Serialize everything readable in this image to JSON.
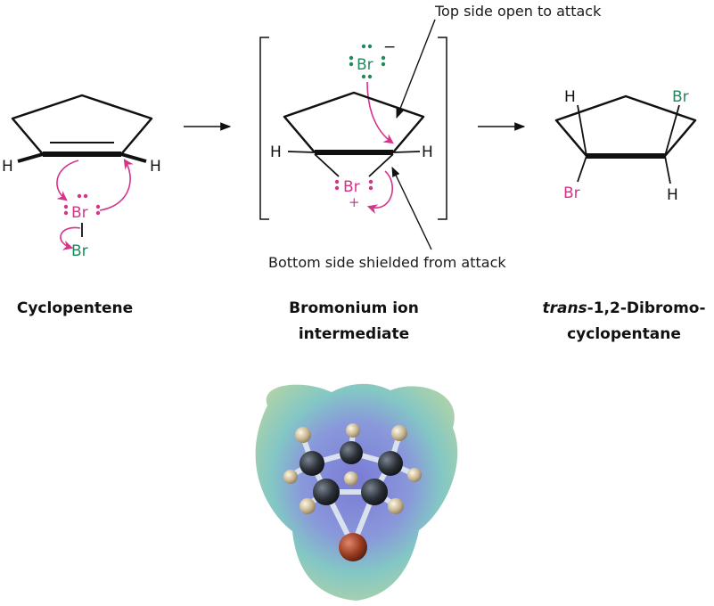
{
  "colors": {
    "bond": "#111111",
    "arrow_magenta": "#d6338a",
    "bromine_green": "#1f8a5b",
    "bromine_magenta": "#d6338a",
    "background": "#ffffff"
  },
  "cyclopentene": {
    "h_left": "H",
    "h_right": "H",
    "br_top": "Br",
    "br_bottom": "Br"
  },
  "bromonium": {
    "bromide": "Br",
    "bromide_charge": "−",
    "h_left": "H",
    "h_right": "H",
    "br_bridge": "Br",
    "br_charge": "+",
    "callout_top": "Top side open to attack",
    "callout_bottom": "Bottom side shielded from attack"
  },
  "product": {
    "h_top_left": "H",
    "br_top_right": "Br",
    "br_bottom_left": "Br",
    "h_bottom_right": "H"
  },
  "captions": {
    "cyclopentene": "Cyclopentene",
    "bromonium_line1": "Bromonium ion",
    "bromonium_line2": "intermediate",
    "product_prefix": "trans",
    "product_line1_rest": "-1,2-Dibromo-",
    "product_line2": "cyclopentane"
  },
  "model_image": {
    "icons": [
      "electrostatic-potential-surface",
      "ball-and-stick-bromonium-model"
    ]
  }
}
